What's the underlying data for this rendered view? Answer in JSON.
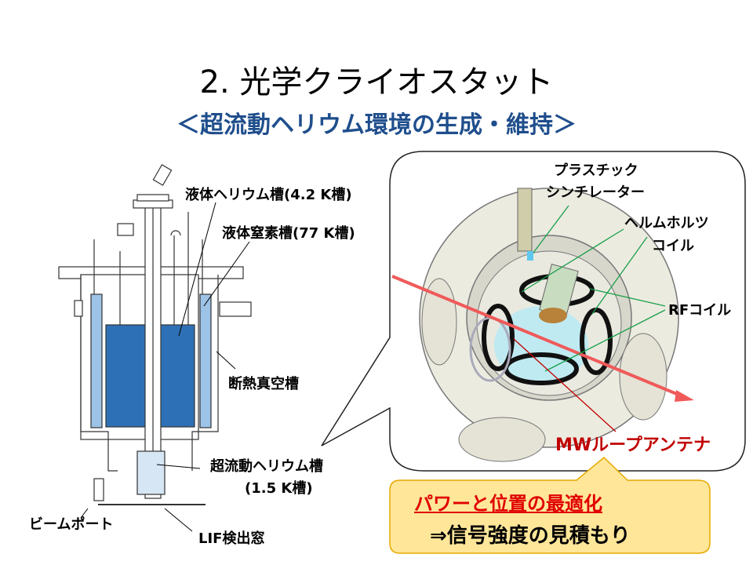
{
  "title": "2.  光学クライオスタット",
  "subtitle": "＜超流動ヘリウム環境の生成・維持＞",
  "cryostat_labels": {
    "lhe": "液体ヘリウム槽(4.2 K槽)",
    "ln2": "液体窒素槽(77 K槽)",
    "vacuum": "断熱真空槽",
    "superfluid": "超流動ヘリウム槽",
    "superfluid_temp": "(1.5 K槽)",
    "beam_port": "ビームポート",
    "lif_window": "LIF検出窓"
  },
  "chamber_labels": {
    "scint1": "プラスチック",
    "scint2": "シンチレーター",
    "helm1": "ヘルムホルツ",
    "helm2": "コイル",
    "rf": "RFコイル",
    "mw": "MWループアンテナ"
  },
  "result": {
    "line1": "パワーと位置の最適化",
    "line2": "⇒信号強度の見積もり"
  },
  "colors": {
    "subtitle": "#1f4e8c",
    "lhe": "#2e70b5",
    "ln2": "#9dc3e6",
    "accent_red": "#c00000",
    "callout_fill": "#ffe699"
  }
}
